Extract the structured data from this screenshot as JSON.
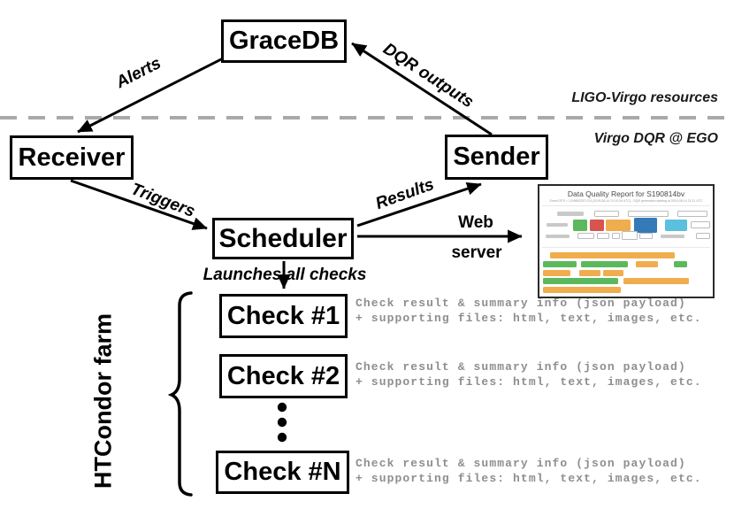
{
  "regions": {
    "top_label": "LIGO-Virgo resources",
    "bottom_label": "Virgo DQR @ EGO"
  },
  "nodes": {
    "gracedb": "GraceDB",
    "receiver": "Receiver",
    "sender": "Sender",
    "scheduler": "Scheduler",
    "check1": "Check #1",
    "check2": "Check #2",
    "checkn": "Check #N"
  },
  "edges": {
    "alerts": "Alerts",
    "dqr_outputs": "DQR outputs",
    "triggers": "Triggers",
    "results": "Results",
    "web_server_line1": "Web",
    "web_server_line2": "server",
    "launches": "Launches all checks"
  },
  "htcondor": {
    "label": "HTCondor farm"
  },
  "check_note": {
    "line1": "Check result & summary info (json payload)",
    "line2": "+ supporting files: html, text, images, etc."
  },
  "report_thumbnail": {
    "title": "Data Quality Report for S190814bv",
    "subtitle": "Event GPS = 1249852257.013 (2019-08-14 21:10:39 UTC) - DQR generation starting at 2019-08-14 21:11 UTC",
    "status_colors": {
      "green": "#5cb85c",
      "red": "#d9534f",
      "orange": "#f0ad4e",
      "blue": "#337ab7",
      "lightblue": "#5bc0de"
    },
    "palette": {
      "green": {
        "bg": "#5cb85c"
      },
      "red": {
        "bg": "#d9534f"
      },
      "orange": {
        "bg": "#f0ad4e"
      },
      "blue": {
        "bg": "#337ab7"
      },
      "lightblue": {
        "bg": "#5bc0de"
      },
      "outline": {
        "bg": "#ffffff",
        "border": "#bbbbbb"
      },
      "label": {
        "bg": "#c9c9c9"
      }
    },
    "pills": [
      [
        20,
        29,
        30,
        5,
        "label"
      ],
      [
        62,
        28,
        28,
        7,
        "outline"
      ],
      [
        100,
        28,
        46,
        7,
        "outline"
      ],
      [
        156,
        28,
        34,
        7,
        "outline"
      ],
      [
        8,
        42,
        24,
        4,
        "label"
      ],
      [
        38,
        38,
        16,
        13,
        "green"
      ],
      [
        57,
        38,
        16,
        13,
        "red"
      ],
      [
        75,
        38,
        28,
        13,
        "orange"
      ],
      [
        107,
        36,
        26,
        17,
        "blue"
      ],
      [
        142,
        38,
        25,
        13,
        "lightblue"
      ],
      [
        171,
        40,
        22,
        8,
        "outline"
      ],
      [
        7,
        55,
        27,
        4,
        "label"
      ],
      [
        43,
        53,
        19,
        7,
        "outline"
      ],
      [
        65,
        53,
        14,
        7,
        "outline"
      ],
      [
        82,
        53,
        9,
        7,
        "outline"
      ],
      [
        93,
        51,
        18,
        10,
        "outline"
      ],
      [
        113,
        53,
        15,
        7,
        "outline"
      ],
      [
        137,
        55,
        27,
        4,
        "label"
      ],
      [
        177,
        53,
        16,
        7,
        "outline"
      ],
      [
        12,
        75,
        141,
        7,
        "orange"
      ],
      [
        4,
        85,
        38,
        7,
        "green"
      ],
      [
        47,
        85,
        53,
        7,
        "green"
      ],
      [
        109,
        85,
        25,
        7,
        "orange"
      ],
      [
        152,
        85,
        15,
        7,
        "green"
      ],
      [
        4,
        95,
        31,
        7,
        "orange"
      ],
      [
        45,
        95,
        24,
        7,
        "orange"
      ],
      [
        72,
        95,
        23,
        7,
        "orange"
      ],
      [
        4,
        104,
        85,
        7,
        "green"
      ],
      [
        95,
        104,
        74,
        7,
        "orange"
      ],
      [
        4,
        114,
        88,
        7,
        "orange"
      ]
    ]
  }
}
